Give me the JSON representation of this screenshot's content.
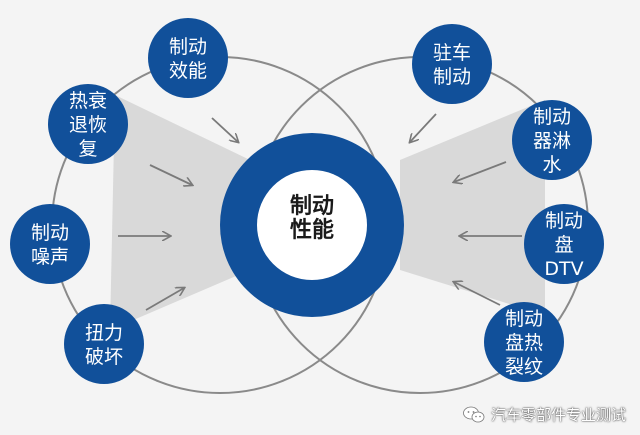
{
  "diagram": {
    "center": {
      "lines": [
        "制动",
        "性能"
      ]
    },
    "nodes": [
      {
        "id": "braking-efficiency",
        "lines": [
          "制动",
          "效能"
        ]
      },
      {
        "id": "heat-fade-recovery",
        "lines": [
          "热衰",
          "退恢",
          "复"
        ]
      },
      {
        "id": "brake-noise",
        "lines": [
          "制动",
          "噪声"
        ]
      },
      {
        "id": "torsional-damage",
        "lines": [
          "扭力",
          "破坏"
        ]
      },
      {
        "id": "parking-brake",
        "lines": [
          "驻车",
          "制动"
        ]
      },
      {
        "id": "brake-water-spray",
        "lines": [
          "制动",
          "器淋",
          "水"
        ]
      },
      {
        "id": "brake-disc-dtv",
        "lines": [
          "制动",
          "盘",
          "DTV"
        ]
      },
      {
        "id": "brake-disc-heat-cracking",
        "lines": [
          "制动",
          "盘热",
          "裂纹"
        ]
      }
    ]
  },
  "watermark": {
    "text": "汽车零部件专业测试",
    "icon": "wechat-icon"
  },
  "colors": {
    "node": "#11509a",
    "ring": "#11509a",
    "outline": "#8a8a8a",
    "wedge": "#d9d9d9",
    "arrow": "#7a7a7a"
  }
}
